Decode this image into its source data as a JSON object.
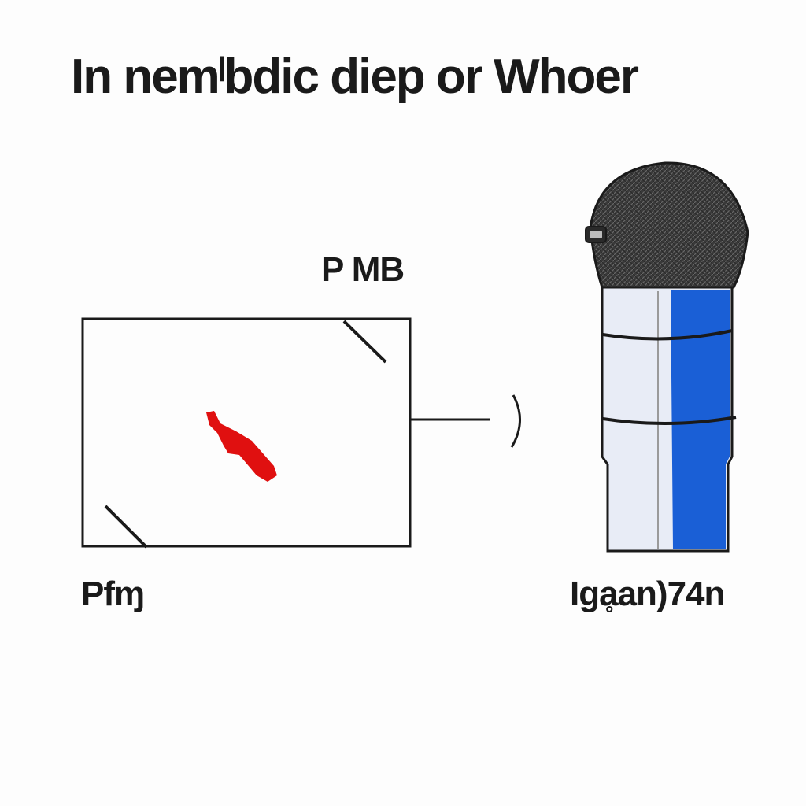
{
  "title": "In nemˡbdic diep or Whoer",
  "labels": {
    "top": "P MB",
    "left": "Pfɱ",
    "right": "Igḁan)74n"
  },
  "colors": {
    "background": "#fdfdfd",
    "ink": "#1a1a1a",
    "pointer": "#e01010",
    "mic_grille": "#3a3a3a",
    "mic_body": "#e8ecf6",
    "mic_stripe": "#1a5fd6"
  },
  "icons": {
    "pointer": "red-arrow-icon",
    "microphone": "microphone-icon"
  }
}
